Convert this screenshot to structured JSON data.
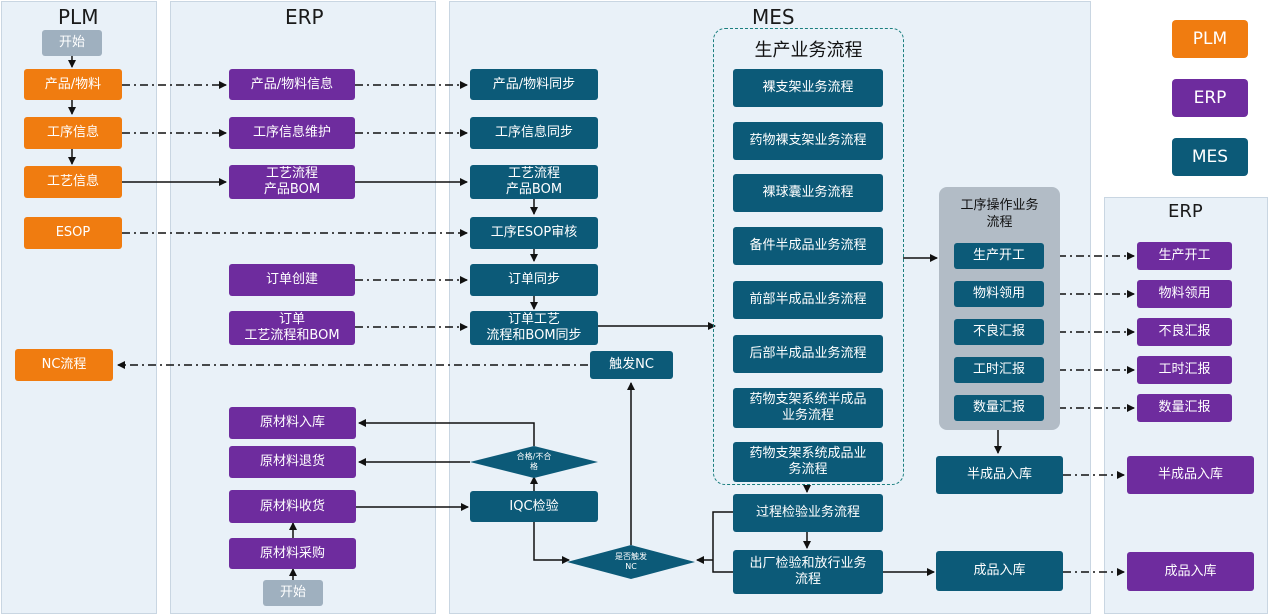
{
  "lanes": {
    "plm": "PLM",
    "erp": "ERP",
    "mes": "MES",
    "erp_right": "ERP"
  },
  "legend": {
    "plm": "PLM",
    "erp": "ERP",
    "mes": "MES"
  },
  "colors": {
    "plm": "#f07c10",
    "erp": "#6e2c9e",
    "mes": "#0c5a78",
    "start": "#9fb0bf"
  },
  "plm": {
    "start": "开始",
    "product_material": "产品/物料",
    "process_info": "工序信息",
    "craft_info": "工艺信息",
    "esop": "ESOP",
    "nc_flow": "NC流程"
  },
  "erp": {
    "product_material_info": "产品/物料信息",
    "process_info_maint": "工序信息维护",
    "craft_bom": "工艺流程\n产品BOM",
    "order_create": "订单创建",
    "order_craft_bom": "订单\n工艺流程和BOM",
    "raw_in_stock": "原材料入库",
    "raw_return": "原材料退货",
    "raw_receive": "原材料收货",
    "raw_purchase": "原材料采购",
    "start": "开始"
  },
  "mes": {
    "product_material_sync": "产品/物料同步",
    "process_info_sync": "工序信息同步",
    "craft_bom": "工艺流程\n产品BOM",
    "esop_review": "工序ESOP审核",
    "order_sync": "订单同步",
    "order_craft_bom_sync": "订单工艺\n流程和BOM同步",
    "trigger_nc": "触发NC",
    "pass_fail": "合格/不合\n格",
    "iqc": "IQC检验",
    "trigger_nc_q": "是否触发\nNC",
    "prod_flow_title": "生产业务流程",
    "prod_flows": [
      "裸支架业务流程",
      "药物裸支架业务流程",
      "裸球囊业务流程",
      "备件半成品业务流程",
      "前部半成品业务流程",
      "后部半成品业务流程",
      "药物支架系统半成品\n业务流程",
      "药物支架系统成品业\n务流程"
    ],
    "process_inspection": "过程检验业务流程",
    "final_inspection": "出厂检验和放行业务\n流程",
    "op_title": "工序操作业务\n流程",
    "ops": [
      "生产开工",
      "物料领用",
      "不良汇报",
      "工时汇报",
      "数量汇报"
    ],
    "semi_in_stock": "半成品入库",
    "finished_in_stock": "成品入库"
  },
  "erp_right": {
    "ops": [
      "生产开工",
      "物料领用",
      "不良汇报",
      "工时汇报",
      "数量汇报"
    ],
    "semi_in_stock": "半成品入库",
    "finished_in_stock": "成品入库"
  }
}
